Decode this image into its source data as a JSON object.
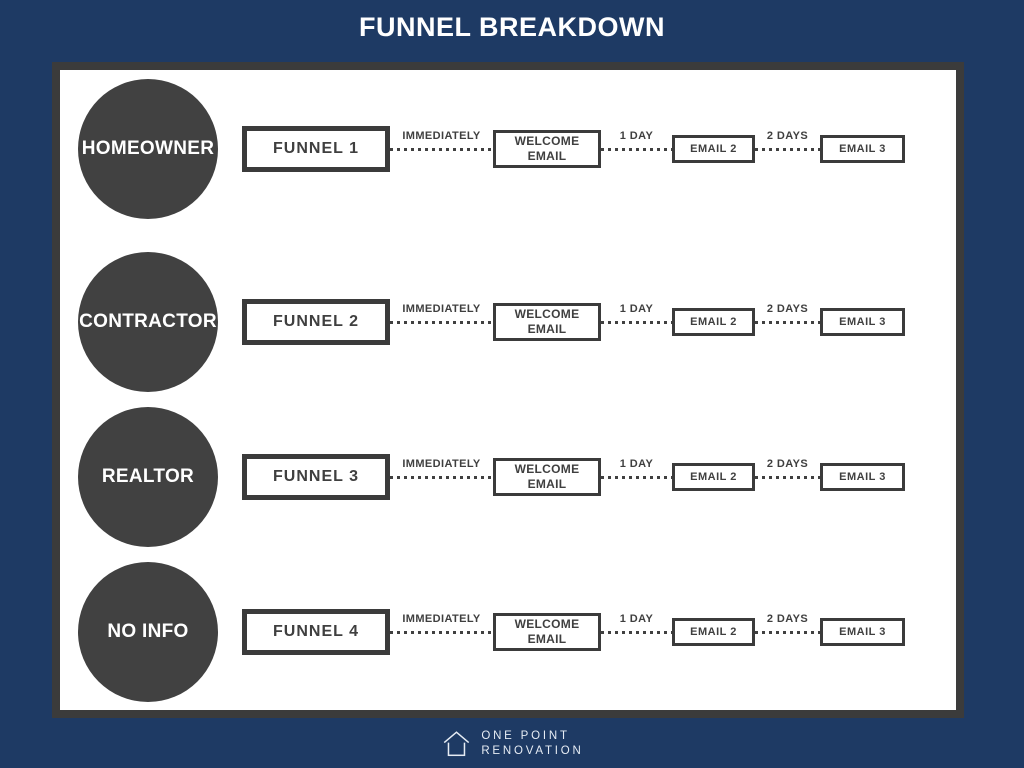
{
  "title": "FUNNEL BREAKDOWN",
  "colors": {
    "background": "#1e3a64",
    "card_background": "#ffffff",
    "ink": "#3f3f3f",
    "circle_fill": "#414141",
    "title_text": "#ffffff"
  },
  "rows": [
    {
      "audience": "HOMEOWNER",
      "funnel": "FUNNEL 1",
      "steps": [
        {
          "delay": "IMMEDIATELY",
          "label": "WELCOME EMAIL"
        },
        {
          "delay": "1 DAY",
          "label": "EMAIL 2"
        },
        {
          "delay": "2 DAYS",
          "label": "EMAIL 3"
        }
      ]
    },
    {
      "audience": "CONTRACTOR",
      "funnel": "FUNNEL 2",
      "steps": [
        {
          "delay": "IMMEDIATELY",
          "label": "WELCOME EMAIL"
        },
        {
          "delay": "1 DAY",
          "label": "EMAIL 2"
        },
        {
          "delay": "2 DAYS",
          "label": "EMAIL 3"
        }
      ]
    },
    {
      "audience": "REALTOR",
      "funnel": "FUNNEL 3",
      "steps": [
        {
          "delay": "IMMEDIATELY",
          "label": "WELCOME EMAIL"
        },
        {
          "delay": "1 DAY",
          "label": "EMAIL 2"
        },
        {
          "delay": "2 DAYS",
          "label": "EMAIL 3"
        }
      ]
    },
    {
      "audience": "NO INFO",
      "funnel": "FUNNEL 4",
      "steps": [
        {
          "delay": "IMMEDIATELY",
          "label": "WELCOME EMAIL"
        },
        {
          "delay": "1 DAY",
          "label": "EMAIL 2"
        },
        {
          "delay": "2 DAYS",
          "label": "EMAIL 3"
        }
      ]
    }
  ],
  "logo": {
    "icon": "house-icon",
    "line1": "ONE POINT",
    "line2": "RENOVATION"
  }
}
